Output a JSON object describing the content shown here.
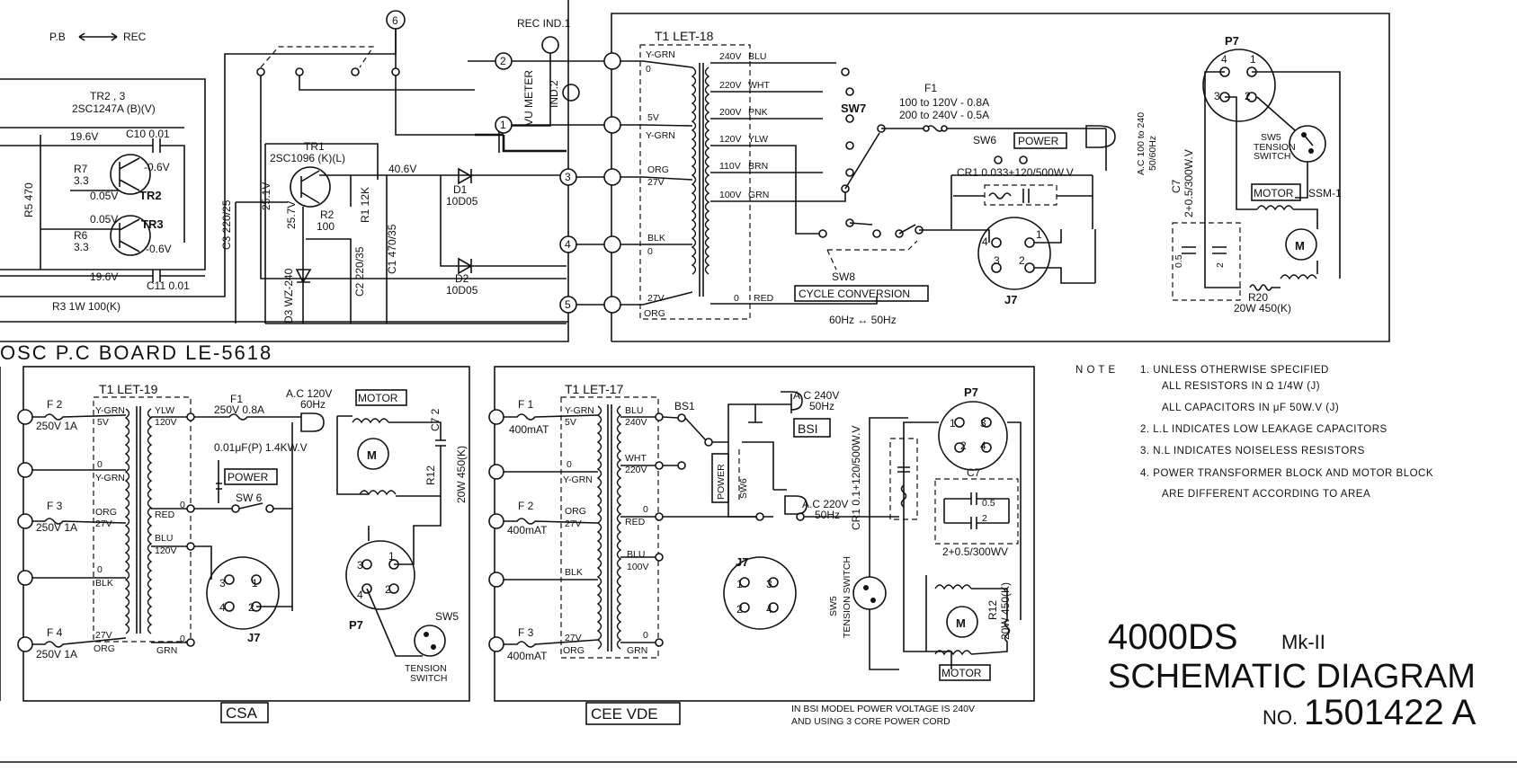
{
  "title": {
    "model": "4000DS",
    "model_suffix": "Mk-II",
    "heading": "SCHEMATIC DIAGRAM",
    "number_prefix": "NO.",
    "number": "1501422 A"
  },
  "section": {
    "board": "OSC P.C BOARD  LE-5618"
  },
  "top": {
    "pb_rec": "P.B",
    "rec": "REC",
    "tr23": "TR2 , 3",
    "tr23_part": "2SC1247A (B)(V)",
    "v196": "19.6V",
    "c10": "C10  0.01",
    "r7": "R7",
    "r7v": "3.3",
    "m06a": "-0.6V",
    "v005a": "0.05V",
    "tr2": "TR2",
    "r5": "R5 470",
    "v005b": "0.05V",
    "tr3": "TR3",
    "r6": "R6",
    "r6v": "3.3",
    "m06b": "-0.6V",
    "v196b": "19.6V",
    "c11": "C11  0.01",
    "r3": "R3  1W 100(K)",
    "tr1": "TR1",
    "tr1_part": "2SC1096 (K)(L)",
    "v406": "40.6V",
    "c3": "C3  220/25",
    "v251": "25.1V",
    "v257": "25.7V",
    "r2": "R2",
    "r2v": "100",
    "r1": "R1  12K",
    "c2": "C2  220/35",
    "c1": "C1  470/35",
    "d3": "D3  WZ-240",
    "d1": "D1",
    "d1v": "10D05",
    "d2": "D2",
    "d2v": "10D05",
    "rec_ind": "REC IND.1",
    "vu_meter": "VU METER",
    "ind2": "IND.2",
    "n1": "1",
    "n2": "2",
    "n3": "3",
    "n4": "4",
    "n5": "5",
    "n6": "6",
    "t1": "T1   LET-18",
    "y_grn": "Y-GRN",
    "zero": "0",
    "v5": "5V",
    "y_grn2": "Y-GRN",
    "org": "ORG",
    "v27": "27V",
    "blk": "BLK",
    "zero2": "0",
    "v27b": "27V",
    "org2": "ORG",
    "tap240": "240V",
    "blu": "BLU",
    "tap220": "220V",
    "wht": "WHT",
    "tap200": "200V",
    "pnk": "PNK",
    "tap120": "120V",
    "ylw": "YLW",
    "tap110": "110V",
    "brn": "BRN",
    "tap100": "100V",
    "grn": "GRN",
    "tap0": "0",
    "red": "RED",
    "sw7": "SW7",
    "f1": "F1",
    "f1a": "100  to  120V - 0.8A",
    "f1b": "200  to  240V - 0.5A",
    "sw6": "SW6",
    "power": "POWER",
    "cr1": "CR1   0.033+120/500W.V",
    "ac": "A.C 100 to 240",
    "ac2": "50/60Hz",
    "sw8": "SW8",
    "cycle": "CYCLE CONVERSION",
    "hz": "60Hz  ↔  50Hz",
    "j7": "J7",
    "p7": "P7",
    "sw5": "SW5",
    "tension": "TENSION",
    "switch": "SWITCH",
    "c7": "C7",
    "c7v": "2+0.5/300W.V",
    "motor": "MOTOR",
    "ssm": "SSM-1",
    "m": "M",
    "c05": "0.5",
    "c2v": "2",
    "r20": "R20",
    "r20v": "20W 450(K)"
  },
  "csa": {
    "label": "CSA",
    "t1": "T1   LET-19",
    "f2": "F 2",
    "f2v": "250V  1A",
    "f3": "F 3",
    "f3v": "250V  1A",
    "f4": "F 4",
    "f4v": "250V  1A",
    "y_grn": "Y-GRN",
    "v5": "5V",
    "zero": "0",
    "y_grn2": "Y-GRN",
    "org": "ORG",
    "v27": "27V",
    "zero2": "0",
    "blk": "BLK",
    "v27b": "27V",
    "org2": "ORG",
    "ylw": "YLW",
    "v120": "120V",
    "red": "RED",
    "zero3": "0",
    "blu": "BLU",
    "v120b": "120V",
    "grn": "GRN",
    "zero4": "0",
    "f1": "F1",
    "f1v": "250V  0.8A",
    "ac": "A.C 120V",
    "ac2": "60Hz",
    "cap": "0.01μF(P) 1.4KW.V",
    "power": "POWER",
    "sw6": "SW 6",
    "j7": "J7",
    "motor": "MOTOR",
    "m": "M",
    "c7": "C7  2",
    "r12": "R12",
    "r12v": "20W 450(K)",
    "p7": "P7",
    "sw5": "SW5",
    "tension": "TENSION",
    "switch": "SWITCH"
  },
  "cee": {
    "label": "CEE  VDE",
    "t1": "T1   LET-17",
    "f1": "F 1",
    "f1v": "400mAT",
    "f2": "F 2",
    "f2v": "400mAT",
    "f3": "F 3",
    "f3v": "400mAT",
    "y_grn": "Y-GRN",
    "v5": "5V",
    "zero": "0",
    "y_grn2": "Y-GRN",
    "org": "ORG",
    "v27": "27V",
    "blk": "BLK",
    "v27b": "27V",
    "org2": "ORG",
    "blu": "BLU",
    "v240": "240V",
    "wht": "WHT",
    "v220": "220V",
    "zero3": "0",
    "red": "RED",
    "blu2": "BLU",
    "v100": "100V",
    "zero4": "0",
    "grn": "GRN",
    "bs1": "BS1",
    "ac240": "A.C 240V",
    "ac240b": "50Hz",
    "bsi": "BSI",
    "power": "POWER",
    "sw6": "SW6",
    "ac220": "A.C 220V",
    "ac220b": "50Hz",
    "j7": "J7",
    "p7": "P7",
    "cr1": "CR1   0.1+120/500W.V",
    "c7": "C7",
    "c05": "0.5",
    "c2": "2",
    "c7v": "2+0.5/300WV",
    "sw5": "SW5",
    "tension": "TENSION SWITCH",
    "m": "M",
    "r12": "R12",
    "r12v": "20W 450(K)",
    "motor": "MOTOR",
    "bsi_note": "IN  BSI  MODEL  POWER  VOLTAGE  IS   240V",
    "bsi_note2": "AND  USING  3  CORE  POWER  CORD"
  },
  "notes": {
    "heading": "N O T E",
    "n1": "1.   UNLESS  OTHERWISE  SPECIFIED",
    "n1a": "ALL  RESISTORS  IN  Ω  1/4W (J)",
    "n1b": "ALL  CAPACITORS  IN  μF  50W.V (J)",
    "n2": "2.   L.L  INDICATES  LOW  LEAKAGE  CAPACITORS",
    "n3": "3.   N.L  INDICATES  NOISELESS  RESISTORS",
    "n4": "4.   POWER  TRANSFORMER  BLOCK  AND  MOTOR  BLOCK",
    "n4a": "ARE  DIFFERENT  ACCORDING  TO  AREA"
  }
}
